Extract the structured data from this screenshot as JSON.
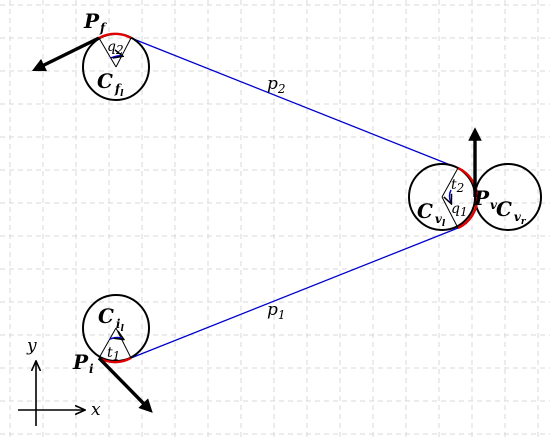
{
  "labels": {
    "pf_main": "P",
    "pf_sub": "f",
    "q2": "q",
    "q2_sub": "2",
    "cf_main": "C",
    "cf_sub": "f",
    "cf_subsub": "l",
    "p2_main": "p",
    "p2_sub": "2",
    "t2": "t",
    "t2_sub": "2",
    "q1": "q",
    "q1_sub": "1",
    "cv_main": "C",
    "cv_sub": "v",
    "cv_subsub": "l",
    "pv_main": "P",
    "pv_sub": "v",
    "cvr_main": "C",
    "cvr_sub": "v",
    "cvr_subsub": "r",
    "p1_main": "p",
    "p1_sub": "1",
    "ci_main": "C",
    "ci_sub": "i",
    "ci_subsub": "l",
    "t1": "t",
    "t1_sub": "1",
    "pi_main": "P",
    "pi_sub": "i",
    "axis_y": "y",
    "axis_x": "x"
  },
  "colors": {
    "tangent_line": "#0000cc",
    "arc": "#e00000",
    "grid": "#d8d8d8",
    "ink": "#000000"
  }
}
